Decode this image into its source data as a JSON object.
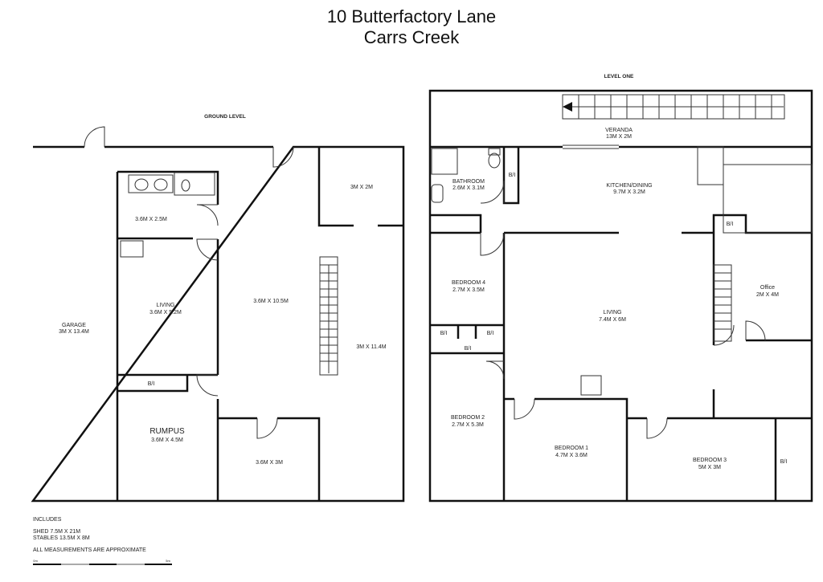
{
  "title": {
    "line1": "10 Butterfactory Lane",
    "line2": "Carrs Creek"
  },
  "ground": {
    "heading": "GROUND LEVEL",
    "rooms": {
      "garage": {
        "name": "GARAGE",
        "size": "3M X 13.4M"
      },
      "r1": {
        "size": "3.6M X 2.5M"
      },
      "living": {
        "name": "LIVING",
        "size": "3.6M X 5.2M"
      },
      "hall": {
        "size": "3.6M X 10.5M"
      },
      "r2": {
        "size": "3M X 2M"
      },
      "r3": {
        "size": "3M X 11.4M"
      },
      "bi": {
        "name": "B/I"
      },
      "rumpus": {
        "name": "RUMPUS",
        "size": "3.6M X 4.5M"
      },
      "r4": {
        "size": "3.6M X 3M"
      }
    }
  },
  "level_one": {
    "heading": "LEVEL ONE",
    "rooms": {
      "veranda": {
        "name": "VERANDA",
        "size": "13M X 2M"
      },
      "bathroom": {
        "name": "BATHROOM",
        "size": "2.6M X 3.1M"
      },
      "kitchen": {
        "name": "KITCHEN/DINING",
        "size": "9.7M X 3.2M"
      },
      "bedroom4": {
        "name": "BEDROOM 4",
        "size": "2.7M X 3.5M"
      },
      "living": {
        "name": "LIVING",
        "size": "7.4M X 6M"
      },
      "office": {
        "name": "Office",
        "size": "2M X 4M"
      },
      "bedroom2": {
        "name": "BEDROOM 2",
        "size": "2.7M X 5.3M"
      },
      "bedroom1": {
        "name": "BEDROOM 1",
        "size": "4.7M X 3.6M"
      },
      "bedroom3": {
        "name": "BEDROOM 3",
        "size": "5M X 3M"
      }
    },
    "bi": "B/I"
  },
  "notes": {
    "includes": "INCLUDES",
    "shed": "SHED 7.5M X 21M",
    "stables": "STABLES 13.5M X 8M",
    "approx": "ALL MEASUREMENTS ARE APPROXIMATE",
    "scale_start": "0m",
    "scale_end": "5m"
  }
}
